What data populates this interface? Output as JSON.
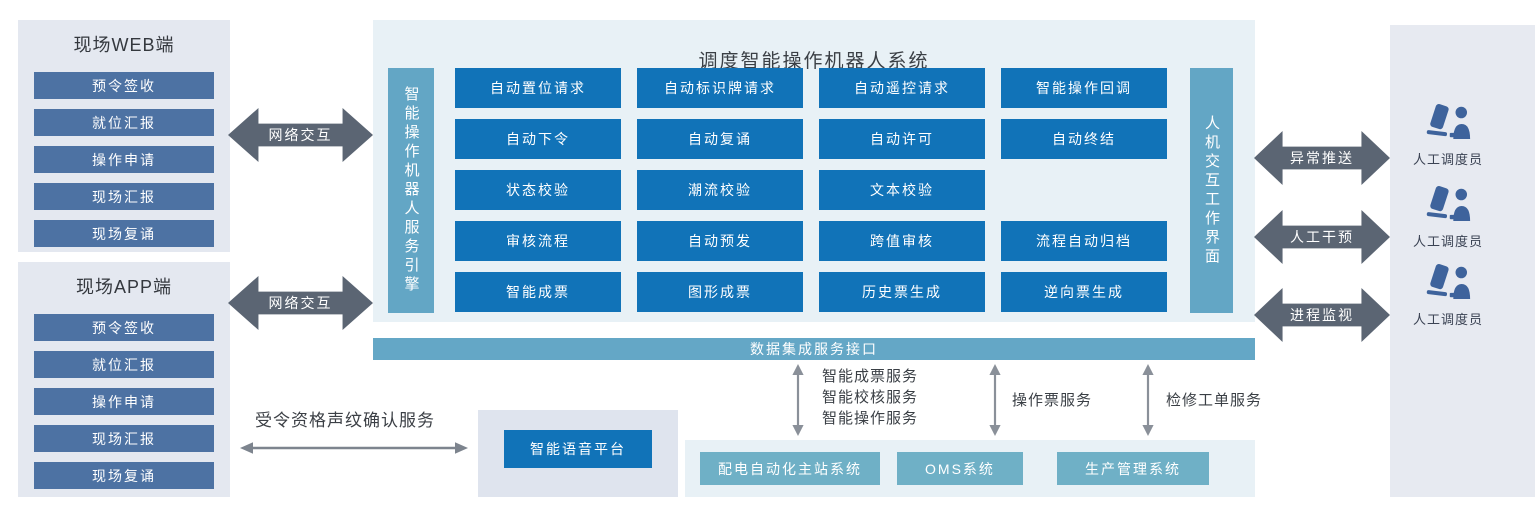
{
  "colors": {
    "module_blue": "#1173b8",
    "steel_bar": "#63a6c5",
    "slate_item": "#4d72a3",
    "system_teal": "#6fb0c6",
    "fat_arrow_gray": "#5b6573",
    "thin_arrow_gray": "#8a9099",
    "person_icon_blue": "#3e639c",
    "panel_light_blue": "#e8f1f6",
    "panel_lavender": "#e4e8f0"
  },
  "field_web": {
    "title": "现场WEB端",
    "items": [
      "预令签收",
      "就位汇报",
      "操作申请",
      "现场汇报",
      "现场复诵"
    ]
  },
  "field_app": {
    "title": "现场APP端",
    "items": [
      "预令签收",
      "就位汇报",
      "操作申请",
      "现场汇报",
      "现场复诵"
    ]
  },
  "network_arrow_label": "网络交互",
  "main_system": {
    "title": "调度智能操作机器人系统",
    "left_bar": "智能操作机器人服务引擎",
    "right_bar": "人机交互工作界面",
    "modules": [
      [
        "自动置位请求",
        "自动标识牌请求",
        "自动遥控请求",
        "智能操作回调"
      ],
      [
        "自动下令",
        "自动复诵",
        "自动许可",
        "自动终结"
      ],
      [
        "状态校验",
        "潮流校验",
        "文本校验"
      ],
      [
        "审核流程",
        "自动预发",
        "跨值审核",
        "流程自动归档"
      ],
      [
        "智能成票",
        "图形成票",
        "历史票生成",
        "逆向票生成"
      ]
    ]
  },
  "data_interface_bar": "数据集成服务接口",
  "voice": {
    "service_label": "受令资格声纹确认服务",
    "platform_label": "智能语音平台"
  },
  "service_links": {
    "left_lines": [
      "智能成票服务",
      "智能校核服务",
      "智能操作服务"
    ],
    "middle_label": "操作票服务",
    "right_label": "检修工单服务"
  },
  "external_systems": [
    "配电自动化主站系统",
    "OMS系统",
    "生产管理系统"
  ],
  "dispatcher_side": {
    "arrow_labels": [
      "异常推送",
      "人工干预",
      "进程监视"
    ],
    "person_label": "人工调度员"
  }
}
